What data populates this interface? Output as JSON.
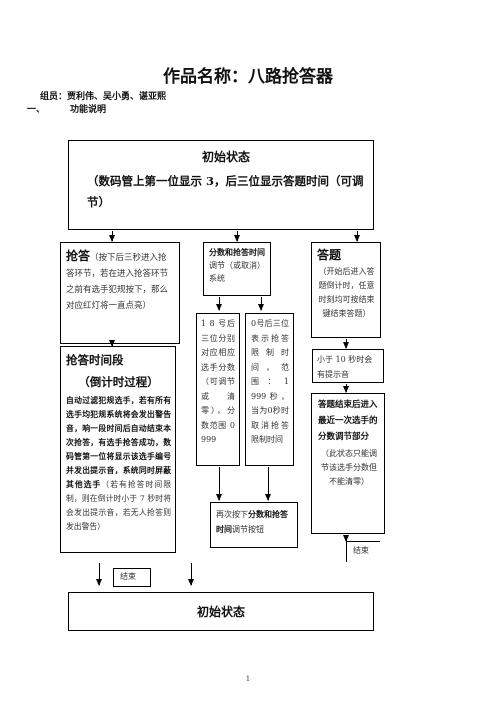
{
  "title": "作品名称：八路抢答器",
  "members": "组员：贾利伟、吴小勇、谌亚熙",
  "section": {
    "num": "一、",
    "label": "功能说明"
  },
  "initial": {
    "title": "初始状态",
    "desc": "（数码管上第一位显示 3，后三位显示答题时间（可调节）"
  },
  "answer": {
    "title": "抢答",
    "desc": "（按下后三秒进入抢答环节，若在进入抢答环节之前有选手犯规按下，那么对应红灯将一直点亮）"
  },
  "score_time": {
    "title": "分数和抢答时间",
    "desc": "调节（或取消）系统"
  },
  "score_display": "1 8 号后三位分别对应相应选手分数（可调节或清零），分数范围 0 999",
  "time_display": "0号后三位表示抢答限制时间，范围：1 999秒，当为0秒时取消抢答限制时间",
  "re_press": {
    "b1": "再次按下",
    "b2": "分数和抢答时间",
    "rest": "调节按钮"
  },
  "answering": {
    "title": "答题",
    "desc": "（开始后进入答题倒计时，任意时刻均可按结束键结束答题）"
  },
  "warn": "小于 10 秒时会有提示音",
  "after_answer": {
    "bold": "答题结束后进入最近一次选手的分数调节部分",
    "desc": "（此状态只能调节该选手分数但不能清零）"
  },
  "countdown": {
    "title": "抢答时间段",
    "subtitle": "（倒计时过程）",
    "bold": "自动过滤犯规选手，若有所有选手均犯规系统将会发出警告音，响一段时间后自动结束本次抢答，有选手抢答成功，数码管第一位将显示该选手编号并发出提示音，系统同时屏蔽其他选手",
    "desc": "（若有抢答时间限制，则在倒计时小于 7 秒时将会发出提示音，若无人抢答则发出警告）"
  },
  "end_label_left": "结束",
  "end_label_right": "结束",
  "initial_bottom": "初始状态",
  "page_number": "1"
}
